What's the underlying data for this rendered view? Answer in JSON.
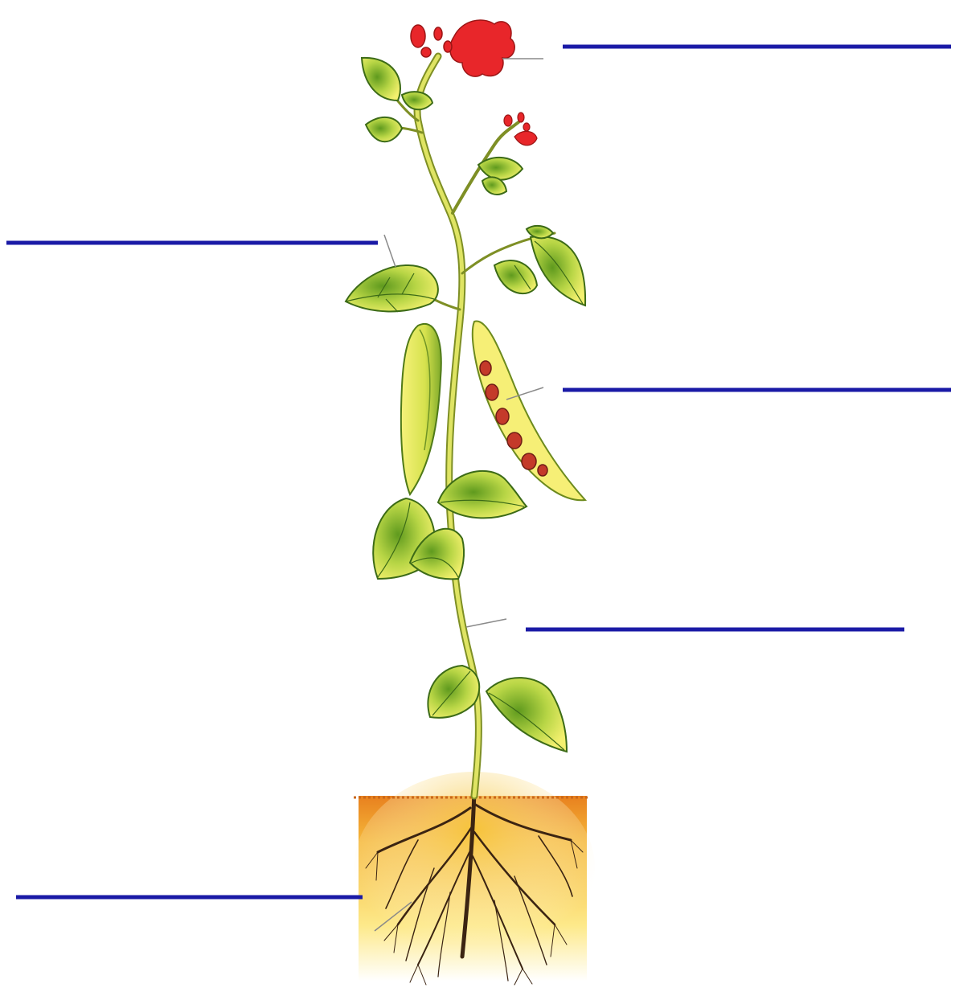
{
  "diagram": {
    "subject": "bean plant",
    "parts": [
      "flower",
      "leaf",
      "fruit",
      "stem",
      "root"
    ],
    "blank_labels": [
      {
        "part": "flower",
        "text": ""
      },
      {
        "part": "leaf",
        "text": ""
      },
      {
        "part": "fruit",
        "text": ""
      },
      {
        "part": "stem",
        "text": ""
      },
      {
        "part": "root",
        "text": ""
      }
    ],
    "colors": {
      "answer_line": "#1a1aa6",
      "leader_line": "#8a8a8a",
      "flower": "#e8262a",
      "leaf": "#f2ee6a",
      "leaf_shade": "#86b834",
      "stem": "#d7dc5a",
      "soil": "#f4b52e",
      "root": "#3b2412"
    }
  }
}
